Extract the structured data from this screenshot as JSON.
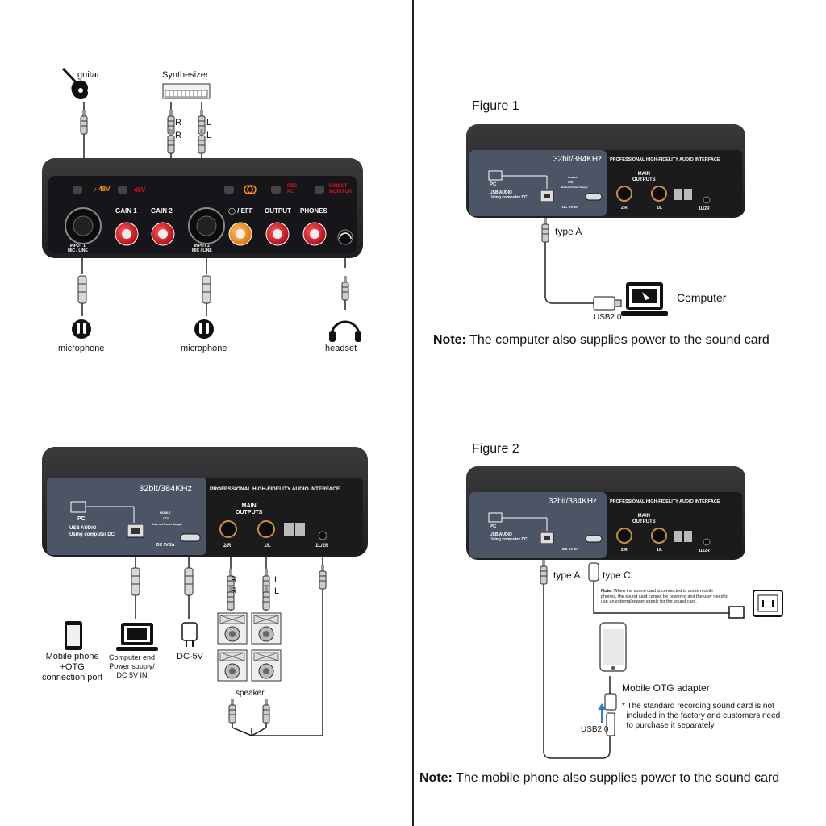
{
  "colors": {
    "device_body": "#2b2b2e",
    "panel_blue": "#4b5566",
    "knob_red": "#d9141e",
    "knob_orange": "#ff8c1a",
    "line": "#222222"
  },
  "top_left": {
    "guitar": "guitar",
    "synthesizer": "Synthesizer",
    "plug_r1": "R",
    "plug_r2": "R",
    "plug_l1": "L",
    "plug_l2": "L",
    "front_48v": "48V",
    "front_rec_pc": "REC\nPC",
    "front_direct_monitor": "DIRECT\nMONITOR",
    "gain1": "GAIN 1",
    "gain2": "GAIN 2",
    "eff": "◯ / EFF",
    "output": "OUTPUT",
    "phones": "PHONES",
    "input1": "INPUT 1\nMIC / LINE",
    "input2": "INPUT 2\nMIC / LINE",
    "mic1": "microphone",
    "mic2": "microphone",
    "headset": "headset",
    "logo_icon": "guitar-logo-icon"
  },
  "top_right": {
    "figure": "Figure 1",
    "panel_title_big": "32bit/384KHz",
    "panel_title": "PROFESSIONAL HIGH-FIDELITY AUDIO INTERFACE",
    "pc": "PC",
    "usb_audio": "USB AUDIO",
    "using_dc": "Using computer DC",
    "mobile": "MOBILE",
    "otg": "OTG",
    "external_power": "External Power Supply",
    "dc_label": "DC 5V-2A",
    "main_outputs": "MAIN\nOUTPUTS",
    "out_2r": "2/R",
    "out_1l": "1/L",
    "out_1l2r": "1L/2R",
    "type_a": "type A",
    "usb20": "USB2.0",
    "computer": "Computer",
    "note_bold": "Note:",
    "note_text": " The computer also supplies power to the sound card"
  },
  "bottom_left": {
    "panel_title_big": "32bit/384KHz",
    "panel_title": "PROFESSIONAL HIGH-FIDELITY AUDIO INTERFACE",
    "pc": "PC",
    "usb_audio": "USB AUDIO",
    "using_dc": "Using computer DC",
    "mobile": "MOBILE",
    "otg": "OTG",
    "external_power": "External Power Supply",
    "dc_label": "DC 5V-2A",
    "main_outputs": "MAIN\nOUTPUTS",
    "out_2r": "2/R",
    "out_1l": "1/L",
    "out_1l2r": "1L/2R",
    "plug_r1": "R",
    "plug_r2": "R",
    "plug_l1": "L",
    "plug_l2": "L",
    "mobile_label": "Mobile phone\n+OTG\nconnection port",
    "computer_label": "Computer end\nPower supply/\nDC 5V IN",
    "dc5v": "DC-5V",
    "speaker": "speaker"
  },
  "bottom_right": {
    "figure": "Figure 2",
    "panel_title_big": "32bit/384KHz",
    "panel_title": "PROFESSIONAL HIGH-FIDELITY AUDIO INTERFACE",
    "pc": "PC",
    "usb_audio": "USB AUDIO",
    "using_dc": "Using computer DC",
    "dc_label": "DC 5V-2A",
    "main_outputs": "MAIN\nOUTPUTS",
    "out_2r": "2/R",
    "out_1l": "1/L",
    "out_1l2r": "1L/2R",
    "type_a": "type A",
    "type_c": "type C",
    "small_note_bold": "Note:",
    "small_note": " When the sound card is connected to some mobile phones, the sound card cannot be powered and the user need to use an external power supply for the sound card.",
    "mobile_otg": "Mobile OTG adapter",
    "otg_note": "* The standard recording sound card is not\n  included in the factory and customers need\n  to purchase it separately",
    "usb20": "USB2.0",
    "note_bold": "Note:",
    "note_text": " The mobile phone also supplies power to the sound card"
  }
}
